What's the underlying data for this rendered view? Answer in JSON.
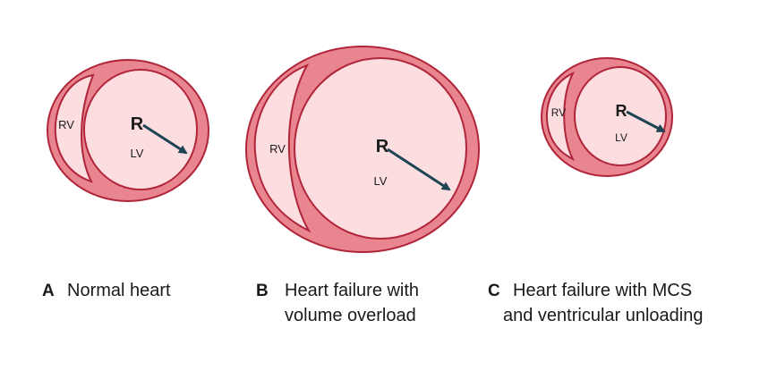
{
  "colors": {
    "wall_fill": "#e8858f",
    "wall_stroke": "#b0253a",
    "chamber_fill": "#fcdde0",
    "arrow": "#1d4453",
    "text": "#1a1a1a"
  },
  "panels": [
    {
      "id": "A",
      "letter": "A",
      "caption_lines": [
        "Normal heart"
      ],
      "rv_label": "RV",
      "lv_label": "LV",
      "radius_label": "R"
    },
    {
      "id": "B",
      "letter": "B",
      "caption_lines": [
        "Heart failure with",
        "volume overload"
      ],
      "rv_label": "RV",
      "lv_label": "LV",
      "radius_label": "R"
    },
    {
      "id": "C",
      "letter": "C",
      "caption_lines": [
        "Heart failure with MCS",
        "and ventricular unloading"
      ],
      "rv_label": "RV",
      "lv_label": "LV",
      "radius_label": "R"
    }
  ]
}
